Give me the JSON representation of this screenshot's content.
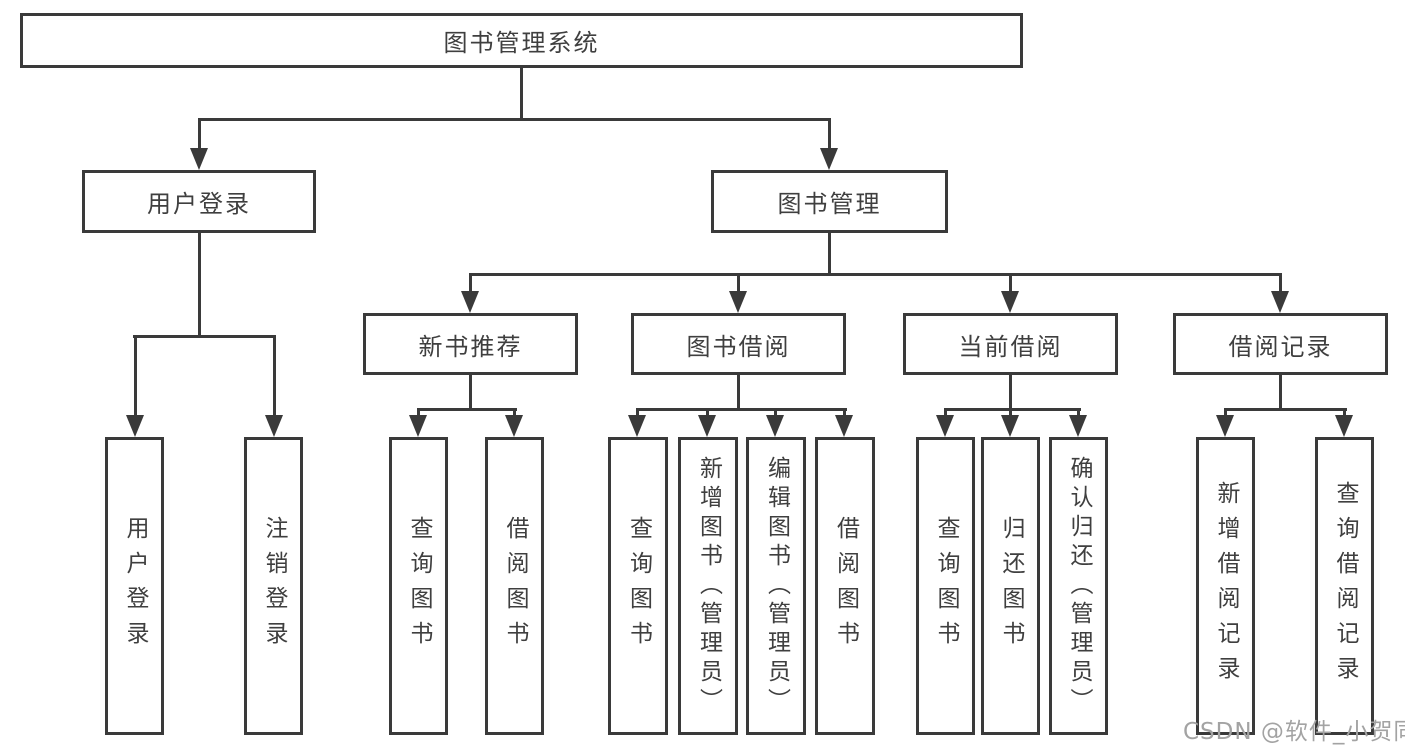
{
  "tree": {
    "label": "图书管理系统",
    "children": [
      {
        "label": "用户登录",
        "children": [
          {
            "label": "用户登录"
          },
          {
            "label": "注销登录"
          }
        ]
      },
      {
        "label": "图书管理",
        "children": [
          {
            "label": "新书推荐",
            "children": [
              {
                "label": "查询图书"
              },
              {
                "label": "借阅图书"
              }
            ]
          },
          {
            "label": "图书借阅",
            "children": [
              {
                "label": "查询图书"
              },
              {
                "label": "新增图书（管理员）"
              },
              {
                "label": "编辑图书（管理员）"
              },
              {
                "label": "借阅图书"
              }
            ]
          },
          {
            "label": "当前借阅",
            "children": [
              {
                "label": "查询图书"
              },
              {
                "label": "归还图书"
              },
              {
                "label": "确认归还（管理员）"
              }
            ]
          },
          {
            "label": "借阅记录",
            "children": [
              {
                "label": "新增借阅记录"
              },
              {
                "label": "查询借阅记录"
              }
            ]
          }
        ]
      }
    ]
  },
  "watermark": {
    "text": "CSDN @软件_小贺同学"
  },
  "colors": {
    "line": "#3a3a3a",
    "text": "#3f3f3f",
    "background": "#ffffff",
    "watermark": "#a3a3a3"
  }
}
